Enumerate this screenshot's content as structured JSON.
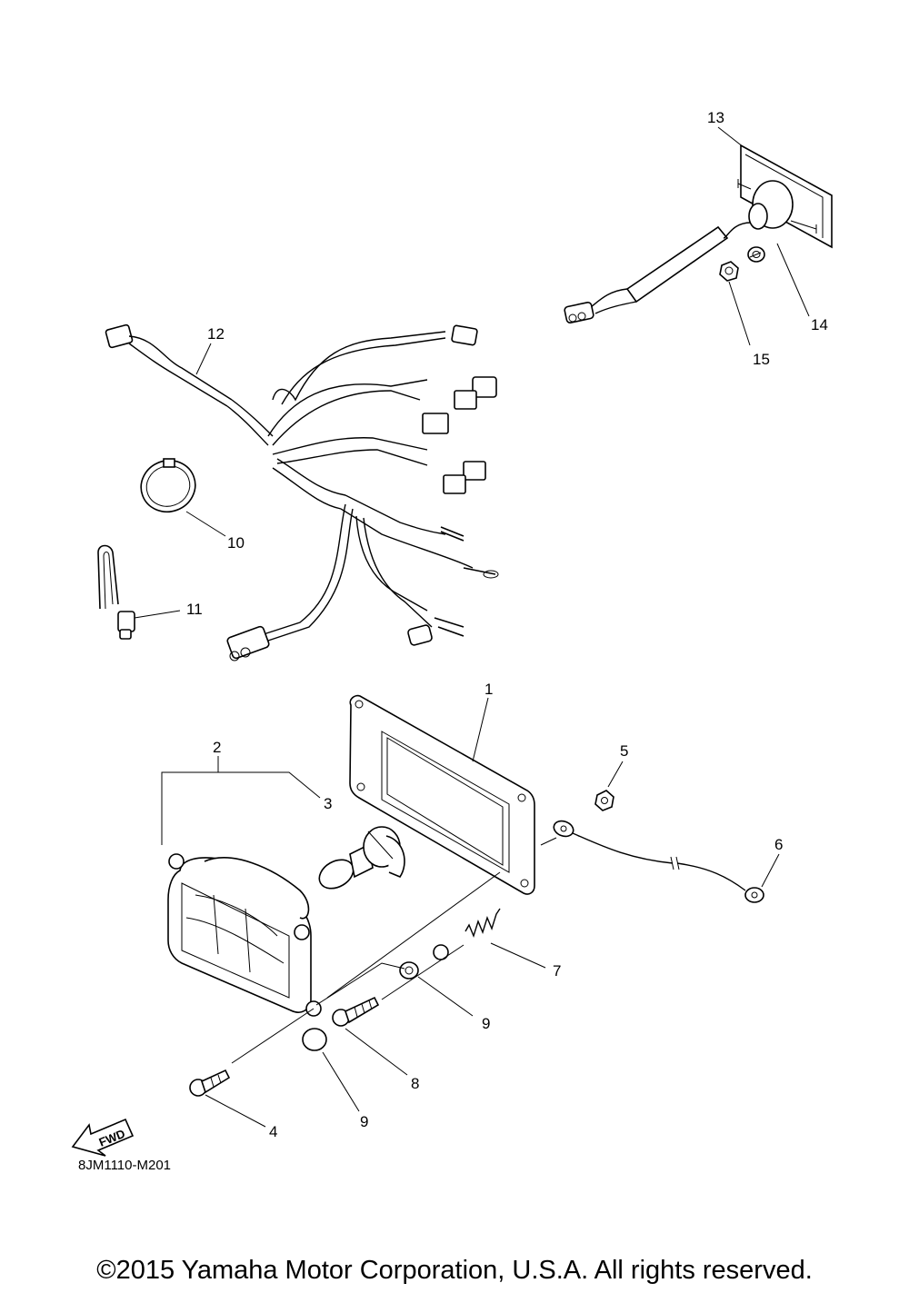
{
  "callouts": [
    {
      "id": "1",
      "label": "1"
    },
    {
      "id": "2",
      "label": "2"
    },
    {
      "id": "3",
      "label": "3"
    },
    {
      "id": "4",
      "label": "4"
    },
    {
      "id": "5",
      "label": "5"
    },
    {
      "id": "6",
      "label": "6"
    },
    {
      "id": "7",
      "label": "7"
    },
    {
      "id": "8",
      "label": "8"
    },
    {
      "id": "9a",
      "label": "9"
    },
    {
      "id": "9b",
      "label": "9"
    },
    {
      "id": "10",
      "label": "10"
    },
    {
      "id": "11",
      "label": "11"
    },
    {
      "id": "12",
      "label": "12"
    },
    {
      "id": "13",
      "label": "13"
    },
    {
      "id": "14",
      "label": "14"
    },
    {
      "id": "15",
      "label": "15"
    }
  ],
  "diagram_code": "8JM1110-M201",
  "fwd_label": "FWD",
  "copyright": "©2015 Yamaha Motor Corporation, U.S.A. All rights reserved."
}
